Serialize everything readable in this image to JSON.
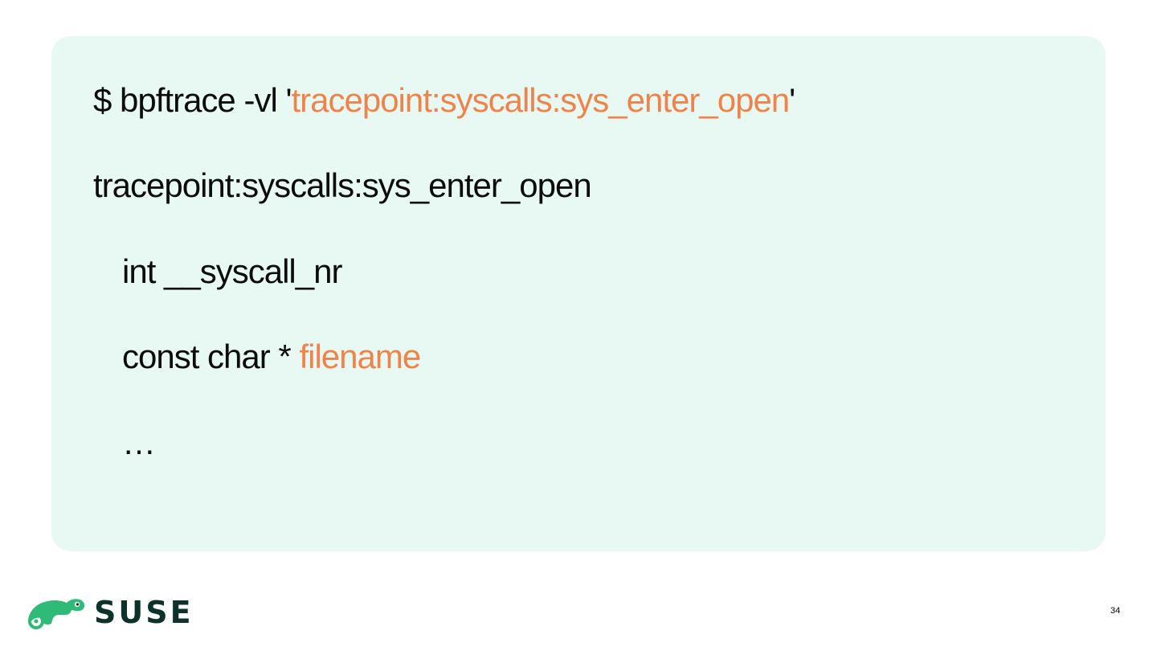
{
  "slide": {
    "code_lines": [
      {
        "segments": [
          "$ bpftrace -vl '",
          "tracepoint:syscalls:sys_enter_open",
          "'"
        ]
      },
      {
        "segments": [
          "tracepoint:syscalls:sys_enter_open"
        ]
      },
      {
        "segments": [
          "int __syscall_nr"
        ]
      },
      {
        "segments": [
          "const char * ",
          "filename"
        ]
      },
      {
        "segments": [
          "…"
        ]
      }
    ],
    "highlight_color": "#f0834a",
    "text_color": "#0c0c0c",
    "box_background": "#e8f9f3"
  },
  "footer": {
    "brand": "SUSE",
    "logo_icon": "suse-chameleon-icon",
    "brand_color": "#30ba78",
    "page_number": "34"
  }
}
